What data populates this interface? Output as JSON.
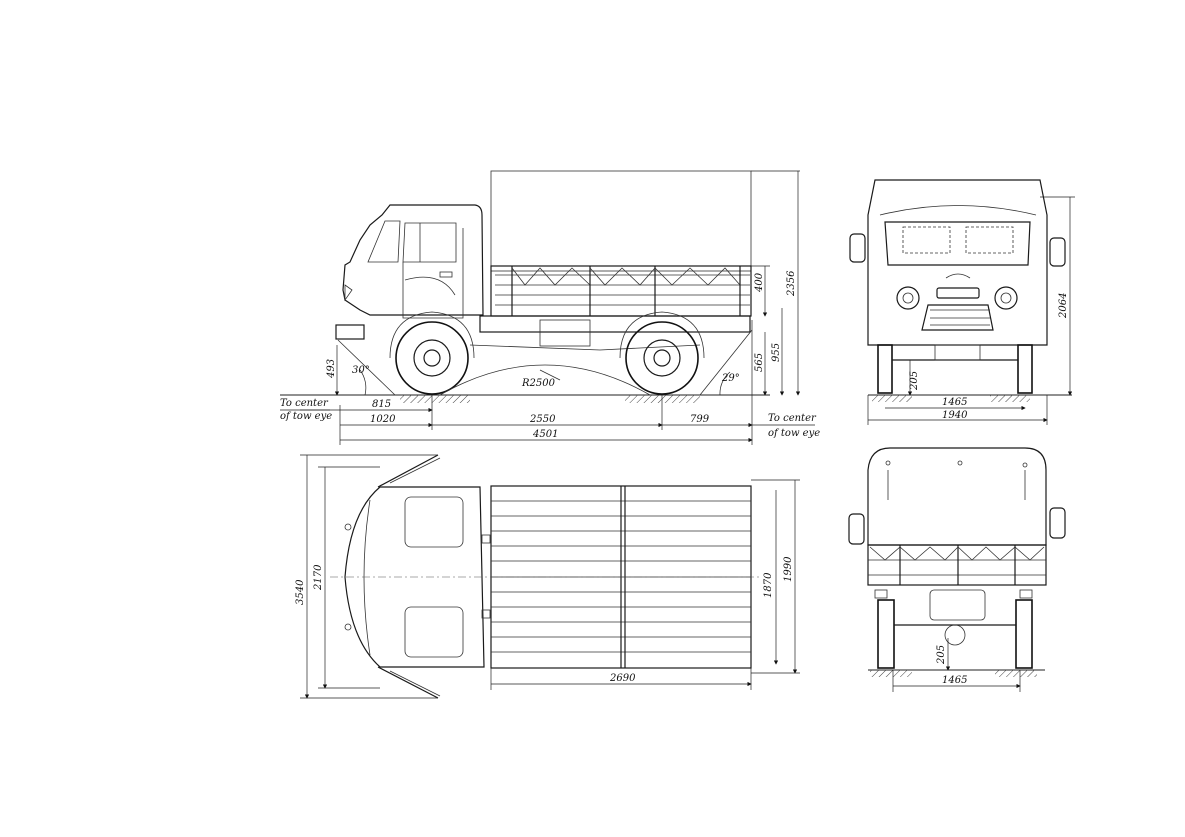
{
  "side_view": {
    "dims": {
      "overall_length": "4501",
      "wheelbase": "2550",
      "front_overhang": "1020",
      "rear_overhang": "799",
      "front_to_tow": "815",
      "height_overall": "2356",
      "side_height": "400",
      "platform_height": "955",
      "frame_height": "565",
      "front_tow_height": "493",
      "approach_angle": "30°",
      "departure_angle": "29°",
      "ramp_radius": "R2500"
    },
    "tow_front": [
      "To center",
      "of tow eye"
    ],
    "tow_rear": [
      "To center",
      "of tow eye"
    ]
  },
  "front_view": {
    "dims": {
      "height": "2064",
      "track": "1465",
      "width": "1940",
      "clearance": "205"
    }
  },
  "top_view": {
    "dims": {
      "overall_width": "3540",
      "cab_width": "2170",
      "bed_length": "2690",
      "bed_inner_width": "1870",
      "bed_outer_width": "1990"
    }
  },
  "rear_view": {
    "dims": {
      "track": "1465",
      "clearance": "205"
    }
  }
}
